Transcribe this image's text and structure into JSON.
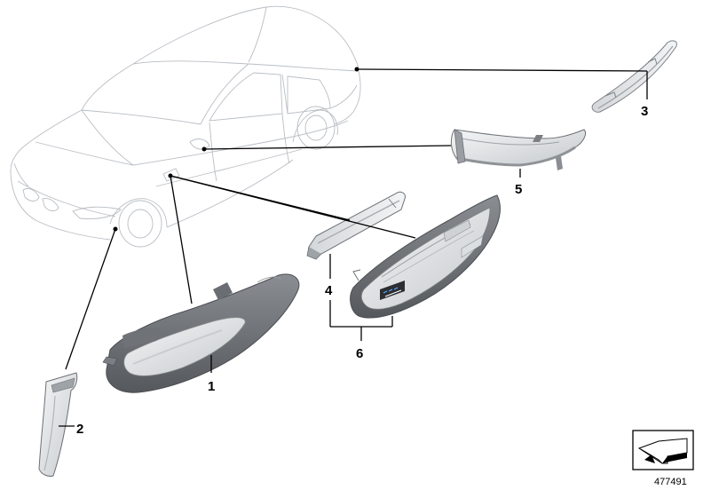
{
  "callouts": {
    "p1": "1",
    "p2": "2",
    "p3": "3",
    "p4": "4",
    "p5": "5",
    "p6": "6"
  },
  "doc_number": "477491",
  "colors": {
    "car_outline": "#b9bec4",
    "part_dark": "#6d7075",
    "part_mid": "#a9adb2",
    "part_light": "#dfe2e5",
    "leader": "#000000"
  }
}
